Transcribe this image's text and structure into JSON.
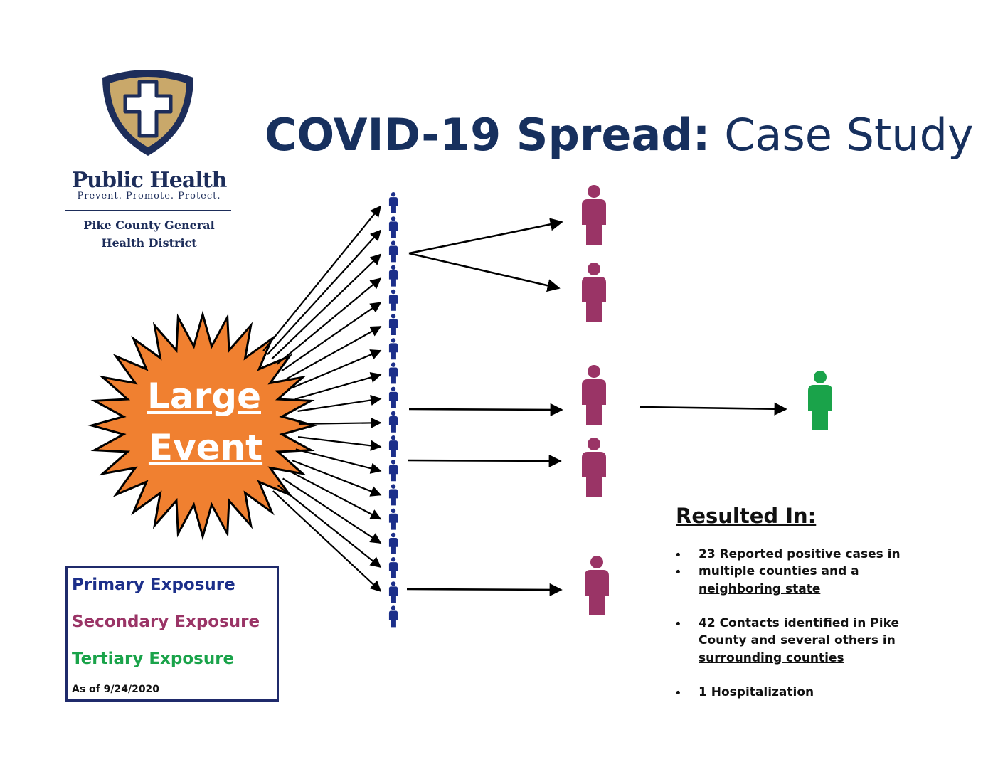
{
  "title": {
    "bold": "COVID-19 Spread:",
    "regular": "Case Study"
  },
  "organization": {
    "name": "Public Health",
    "tagline": "Prevent. Promote. Protect.",
    "district_line1": "Pike County General",
    "district_line2": "Health District"
  },
  "event": {
    "line1": "Large",
    "line2": "Event"
  },
  "legend": {
    "primary": "Primary Exposure",
    "secondary": "Secondary Exposure",
    "tertiary": "Tertiary Exposure",
    "as_of": "As of 9/24/2020"
  },
  "results": {
    "heading": "Resulted In:",
    "line1": "23 Reported positive cases in",
    "line2": "multiple counties and a",
    "line3": "neighboring state",
    "line4": "42 Contacts identified in Pike",
    "line5": "County and several others in",
    "line6": "surrounding counties",
    "line7": "1 Hospitalization"
  },
  "colors": {
    "title": "#17305e",
    "event_fill": "#f08030",
    "primary": "#1c2f8a",
    "secondary": "#9a3466",
    "tertiary": "#1aa34a",
    "shield_gold": "#c9a86a",
    "shield_navy": "#1d2d5a"
  },
  "icons": {
    "logo": "shield-cross-icon",
    "person": "person-icon",
    "arrow": "arrow-icon",
    "burst": "starburst-icon"
  }
}
